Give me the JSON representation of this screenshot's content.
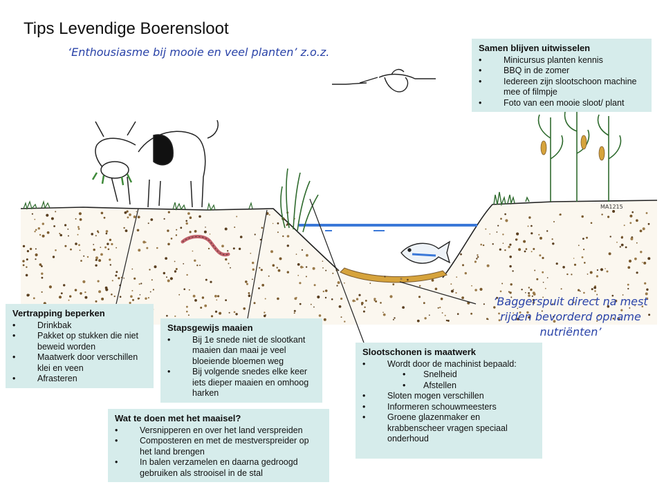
{
  "title": "Tips Levendige Boerensloot",
  "subtitle": "‘Enthousiasme bij mooie en veel planten’ z.o.z.",
  "bagger_note": "‘Baggerspuit direct na mest rijden bevorderd opname nutriënten’",
  "signature": "MA1215",
  "colors": {
    "box_fill": "#d6eceb",
    "water": "#3a78d8",
    "handwriting": "#2a43a8",
    "soil_brown": "#7a5a2e",
    "sediment": "#d6a33c",
    "grass_green": "#3f8a3a"
  },
  "boxes": {
    "samen": {
      "heading": "Samen blijven uitwisselen",
      "items": [
        "Minicursus planten kennis",
        "BBQ in de zomer",
        "Iedereen zijn slootschoon machine mee of filmpje",
        "Foto van een mooie sloot/ plant"
      ]
    },
    "vertrapping": {
      "heading": "Vertrapping beperken",
      "items": [
        "Drinkbak",
        "Pakket op stukken die niet beweid worden",
        "Maatwerk door verschillen klei en veen",
        "Afrasteren"
      ]
    },
    "stapsgewijs": {
      "heading": "Stapsgewijs maaien",
      "items": [
        "Bij 1e snede niet de slootkant maaien dan maai je veel bloeiende bloemen weg",
        "Bij volgende snedes elke keer iets dieper maaien en omhoog harken"
      ]
    },
    "slootschonen": {
      "heading": "Slootschonen is maatwerk",
      "items": [
        "Wordt door de machinist bepaald:",
        "Snelheid",
        "Afstellen",
        "Sloten mogen verschillen",
        "Informeren schouwmeesters",
        "Groene glazenmaker en krabbenscheer  vragen speciaal onderhoud"
      ]
    },
    "maaisel": {
      "heading": "Wat te doen met het maaisel?",
      "items": [
        "Versnipperen en over het land verspreiden",
        "Composteren en met de mestverspreider op het land brengen",
        "In balen verzamelen en daarna gedroogd gebruiken als strooisel in de stal"
      ]
    }
  },
  "illustration": {
    "figures": [
      "cow-illustration",
      "heron-illustration",
      "fish-illustration",
      "worm-illustration",
      "corn-plants-illustration",
      "reed-plants-illustration"
    ]
  }
}
